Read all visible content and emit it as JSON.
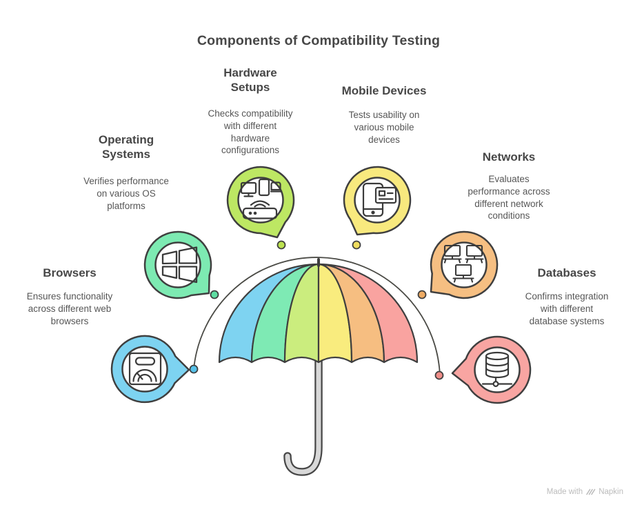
{
  "title": "Components of Compatibility Testing",
  "components": [
    {
      "id": "operating-systems",
      "label": "Operating\nSystems",
      "description": "Verifies performance\non various OS\nplatforms",
      "color": "#7deab2",
      "icon": "windows-logo-icon"
    },
    {
      "id": "hardware-setups",
      "label": "Hardware\nSetups",
      "description": "Checks compatibility\nwith different\nhardware\nconfigurations",
      "color": "#bde763",
      "icon": "devices-router-icon"
    },
    {
      "id": "mobile-devices",
      "label": "Mobile Devices",
      "description": "Tests usability on\nvarious mobile\ndevices",
      "color": "#f8e97e",
      "icon": "smartphone-card-icon"
    },
    {
      "id": "networks",
      "label": "Networks",
      "description": "Evaluates\nperformance across\ndifferent network\nconditions",
      "color": "#f6bf82",
      "icon": "workstations-icon"
    },
    {
      "id": "browsers",
      "label": "Browsers",
      "description": "Ensures functionality\nacross different web\nbrowsers",
      "color": "#7dd3f1",
      "icon": "browser-gauge-icon"
    },
    {
      "id": "databases",
      "label": "Databases",
      "description": "Confirms integration\nwith different\ndatabase systems",
      "color": "#f8a5a2",
      "icon": "database-icon"
    }
  ],
  "umbrella": {
    "segment_colors": [
      "#7ed3f1",
      "#7eeab4",
      "#cbed7e",
      "#f9ec7e",
      "#f6be81",
      "#f9a3a0"
    ],
    "pole_color": "#d8d8d8"
  },
  "connector_dots": [
    "#55c1e9",
    "#5edda2",
    "#bce24f",
    "#efdd5e",
    "#eeab63",
    "#ef8d88"
  ],
  "outline_color": "#3f3f3f",
  "watermark": {
    "prefix": "Made with",
    "brand": "Napkin"
  }
}
